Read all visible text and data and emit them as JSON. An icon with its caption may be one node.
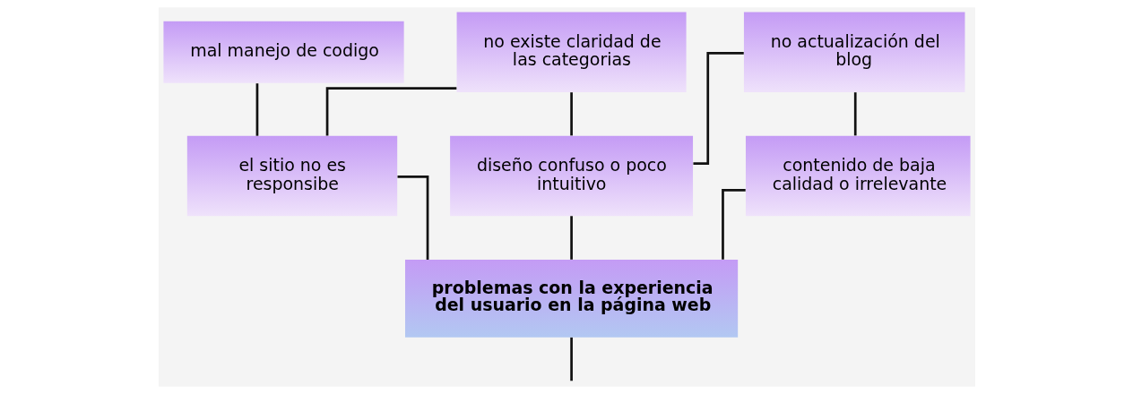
{
  "diagram": {
    "nodes": [
      {
        "text": [
          "mal manejo de codigo"
        ]
      },
      {
        "text": [
          "no existe claridad de las categorias"
        ]
      },
      {
        "text": [
          "no actualización del blog"
        ]
      },
      {
        "text": [
          "el sitio no es responsibe"
        ]
      },
      {
        "text": [
          "diseño confuso o poco intuitivo"
        ]
      },
      {
        "text": [
          "contenido de baja calidad o irrelevante"
        ]
      },
      {
        "text": [
          "problemas con la experiencia del usuario en la página web"
        ]
      }
    ],
    "edges": [
      {
        "from": 0,
        "to": 3,
        "arrow": "none"
      },
      {
        "from": 1,
        "to": 3,
        "arrow": "none"
      },
      {
        "from": 1,
        "to": 4,
        "arrow": "none"
      },
      {
        "from": 2,
        "to": 4,
        "arrow": "none"
      },
      {
        "from": 2,
        "to": 5,
        "arrow": "none"
      },
      {
        "from": 3,
        "to": 6,
        "arrow": "none"
      },
      {
        "from": 4,
        "to": 6,
        "arrow": "none"
      },
      {
        "from": 5,
        "to": 6,
        "arrow": "none"
      },
      {
        "from": 6,
        "to": null,
        "arrow": "none"
      }
    ]
  }
}
